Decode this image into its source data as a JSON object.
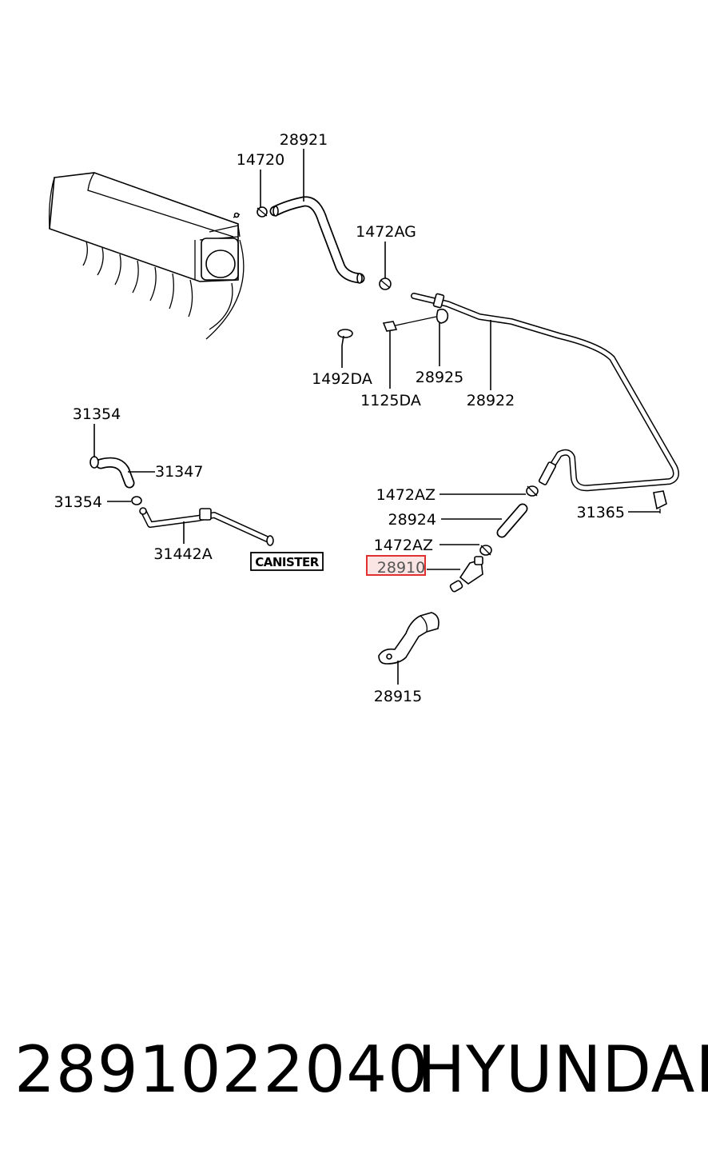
{
  "diagram": {
    "callouts": {
      "c28921": "28921",
      "c14720": "14720",
      "c1472AG": "1472AG",
      "c1492DA": "1492DA",
      "c28925": "28925",
      "c1125DA": "1125DA",
      "c28922": "28922",
      "c31354a": "31354",
      "c31347": "31347",
      "c31354b": "31354",
      "c31442A": "31442A",
      "c1472AZa": "1472AZ",
      "c28924": "28924",
      "c1472AZb": "1472AZ",
      "c28910": "28910",
      "c31365": "31365",
      "c28915": "28915"
    },
    "canister_label": "CANISTER",
    "highlight_color": "#e03030"
  },
  "footer": {
    "part_number": "2891022040",
    "brand": "HYUNDAI"
  }
}
